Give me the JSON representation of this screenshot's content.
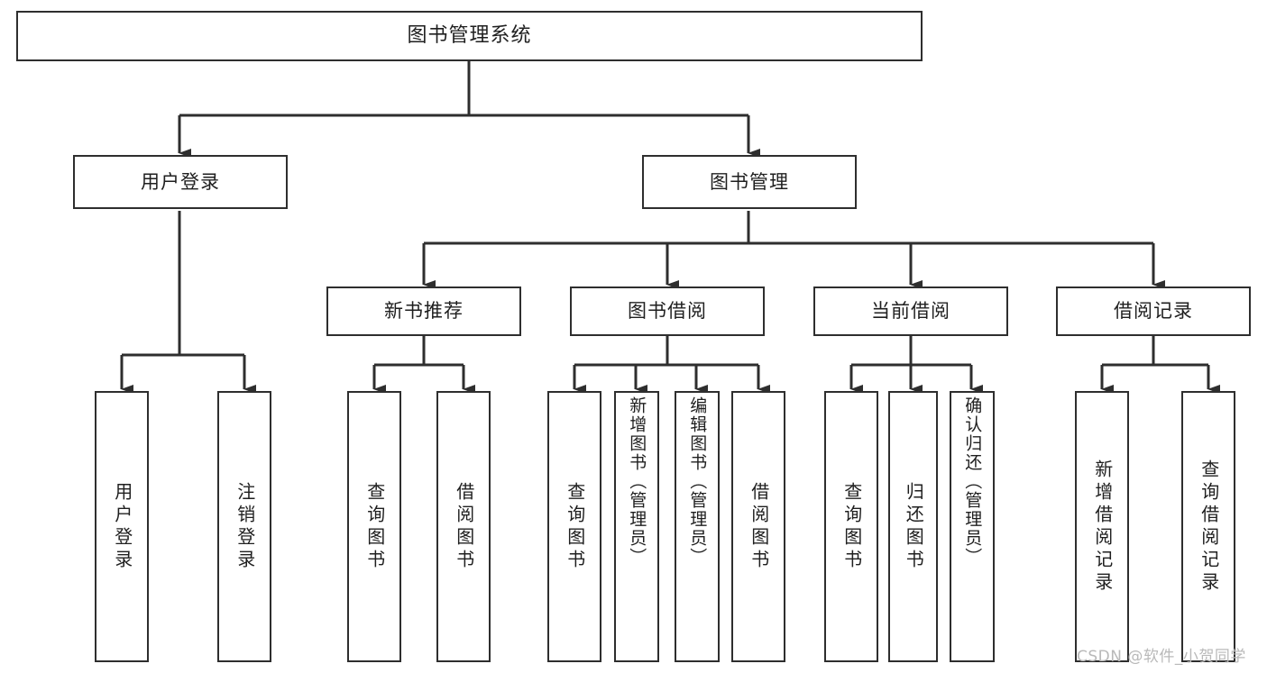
{
  "diagram": {
    "title": "图书管理系统",
    "type": "tree-hierarchy-chart",
    "colors": {
      "box_border": "#2e2e2e",
      "box_fill": "#ffffff",
      "connector": "#2e2e2e",
      "background": "#ffffff",
      "watermark": "#b9b9b9"
    }
  },
  "root": {
    "label": "图书管理系统"
  },
  "level2": [
    {
      "label": "用户登录"
    },
    {
      "label": "图书管理"
    }
  ],
  "level3": [
    {
      "label": "新书推荐"
    },
    {
      "label": "图书借阅"
    },
    {
      "label": "当前借阅"
    },
    {
      "label": "借阅记录"
    }
  ],
  "leaves": {
    "user_login": [
      {
        "label": "用户登录"
      },
      {
        "label": "注销登录"
      }
    ],
    "new_book_recommend": [
      {
        "label": "查询图书"
      },
      {
        "label": "借阅图书"
      }
    ],
    "book_borrow": [
      {
        "label": "查询图书"
      },
      {
        "label": "新增图书（管理员）"
      },
      {
        "label": "编辑图书（管理员）"
      },
      {
        "label": "借阅图书"
      }
    ],
    "current_borrow": [
      {
        "label": "查询图书"
      },
      {
        "label": "归还图书"
      },
      {
        "label": "确认归还（管理员）"
      }
    ],
    "borrow_record": [
      {
        "label": "新增借阅记录"
      },
      {
        "label": "查询借阅记录"
      }
    ]
  },
  "watermark": {
    "text": "CSDN @软件_小贺同学"
  }
}
